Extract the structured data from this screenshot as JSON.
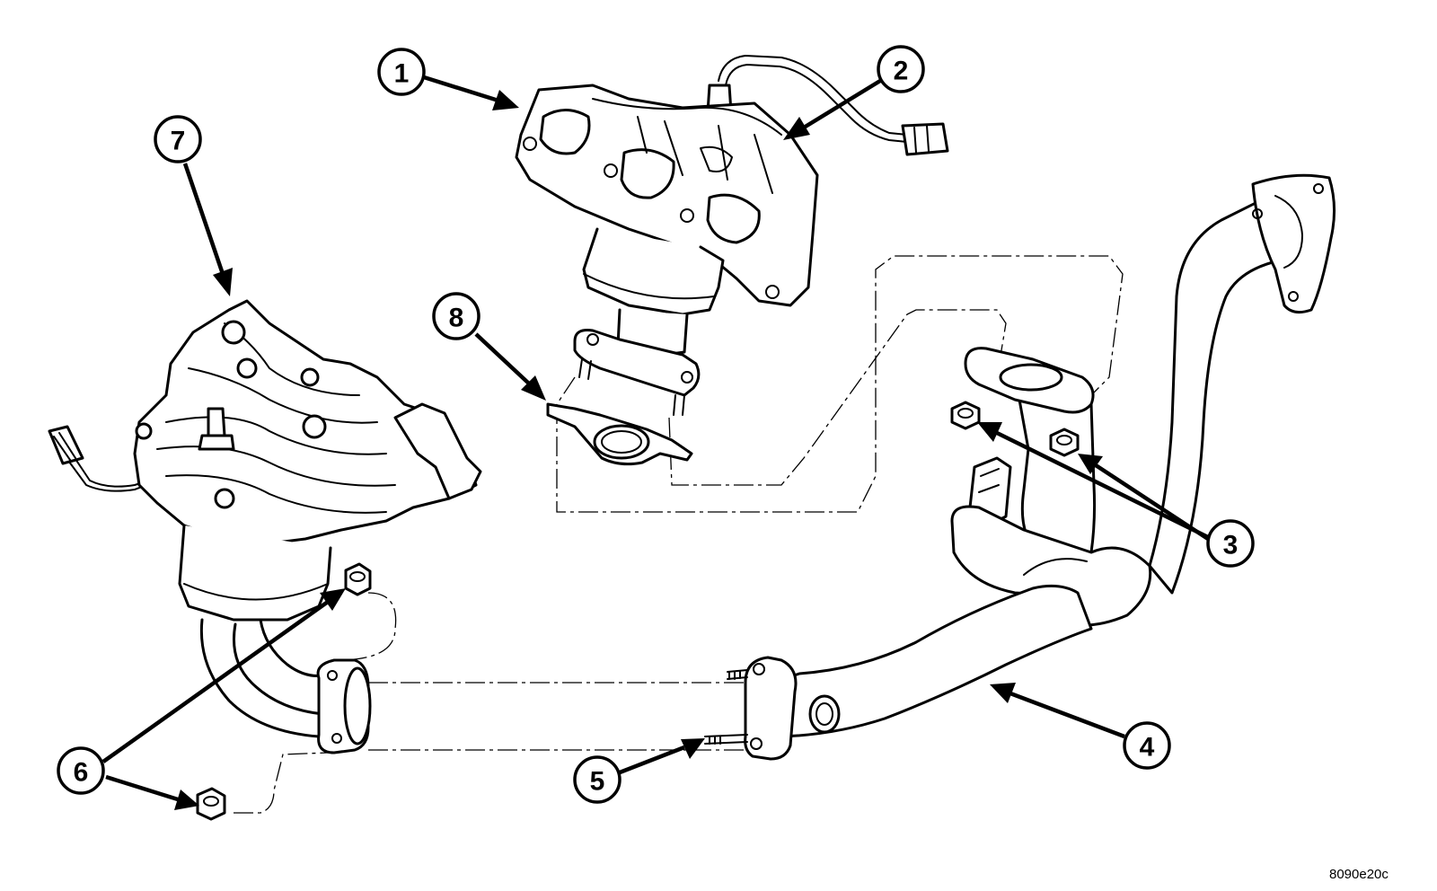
{
  "figure": {
    "code": "8090e20c"
  },
  "callouts": [
    {
      "id": "1",
      "label": "1"
    },
    {
      "id": "2",
      "label": "2"
    },
    {
      "id": "3",
      "label": "3"
    },
    {
      "id": "4",
      "label": "4"
    },
    {
      "id": "5",
      "label": "5"
    },
    {
      "id": "6",
      "label": "6"
    },
    {
      "id": "7",
      "label": "7"
    },
    {
      "id": "8",
      "label": "8"
    }
  ],
  "colors": {
    "line": "#000000",
    "background": "#ffffff"
  }
}
